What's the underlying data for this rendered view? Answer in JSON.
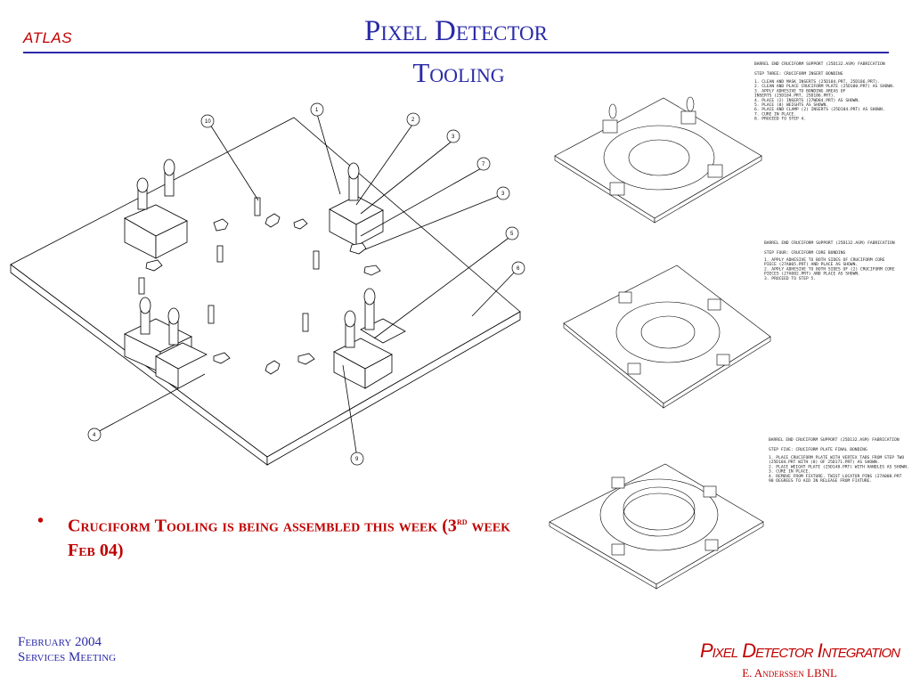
{
  "header": {
    "logo": "ATLAS",
    "title": "Pixel Detector",
    "subtitle": "Tooling"
  },
  "bullet": {
    "marker": "•",
    "text_before": "Cruciform Tooling is being assembled this week (3",
    "superscript": "rd",
    "text_after": " week Feb 04)"
  },
  "footer": {
    "left_line1": "February 2004",
    "left_line2": "Services Meeting",
    "right_title": "Pixel Detector Integration",
    "right_author": "E. Anderssen LBNL"
  },
  "main_drawing": {
    "callouts": [
      "1",
      "2",
      "3",
      "7",
      "3",
      "6",
      "9",
      "10",
      "4",
      "5"
    ]
  },
  "step3": {
    "heading": "BARREL END CRUCIFORM SUPPORT (25D132.ASM) FABRICATION",
    "step": "STEP THREE: CRUCIFORM INSERT BONDING",
    "lines": [
      "1.  CLEAN AND MASK INSERTS (25D184.PRT, 25D186.PRT).",
      "2.  CLEAN AND PLACE CRUCIFORM PLATE (25D180.PRT) AS SHOWN.",
      "3.  APPLY ADHESIVE TO BONDING AREAS OF",
      "    INSERTS (25D184.PRT, 25D186.PRT).",
      "4.  PLACE (2) INSERTS (27WD84.PRT) AS SHOWN.",
      "5.  PLACE (8) WEIGHTS AS SHOWN.",
      "6.  PLACE AND CLAMP (2) INSERTS (25D184.PRT) AS SHOWN.",
      "7.  CURE IN PLACE.",
      "8.  PROCEED TO STEP 4."
    ]
  },
  "step4": {
    "heading": "BARREL END CRUCIFORM SUPPORT (25D132.ASM) FABRICATION",
    "step": "STEP FOUR: CRUCIFORM CORE BONDING",
    "lines": [
      "1.  APPLY ADHESIVE TO BOTH SIDES OF CRUCIFORM CORE",
      "    PIECE (27A005.PRT) AND PLACE AS SHOWN.",
      "2.  APPLY ADHESIVE TO BOTH SIDES OF (2) CRUCIFORM CORE",
      "    PIECES (27A002.PRT) AND PLACE AS SHOWN.",
      "3.  PROCEED TO STEP 5."
    ]
  },
  "step5": {
    "heading": "BARREL END CRUCIFORM SUPPORT (25D132.ASM) FABRICATION",
    "step": "STEP FIVE: CRUCIFORM PLATE FINAL BONDING",
    "lines": [
      "1.  PLACE CRUCIFORM PLATE WITH VERTEX TABS FROM STEP TWO",
      "    (25D184.PRT WITH (8) OF 25D171.PRT) AS SHOWN.",
      "2.  PLACE WEIGHT PLATE (25D148.PRT) WITH HANDLES AS SHOWN.",
      "3.  CURE IN PLACE.",
      "4.  REMOVE FROM FIXTURE.  TWIST LOCATOR PINS (27A008.PRT",
      "    90 DEGREES TO AID IN RELEASE FROM FIXTURE."
    ]
  }
}
